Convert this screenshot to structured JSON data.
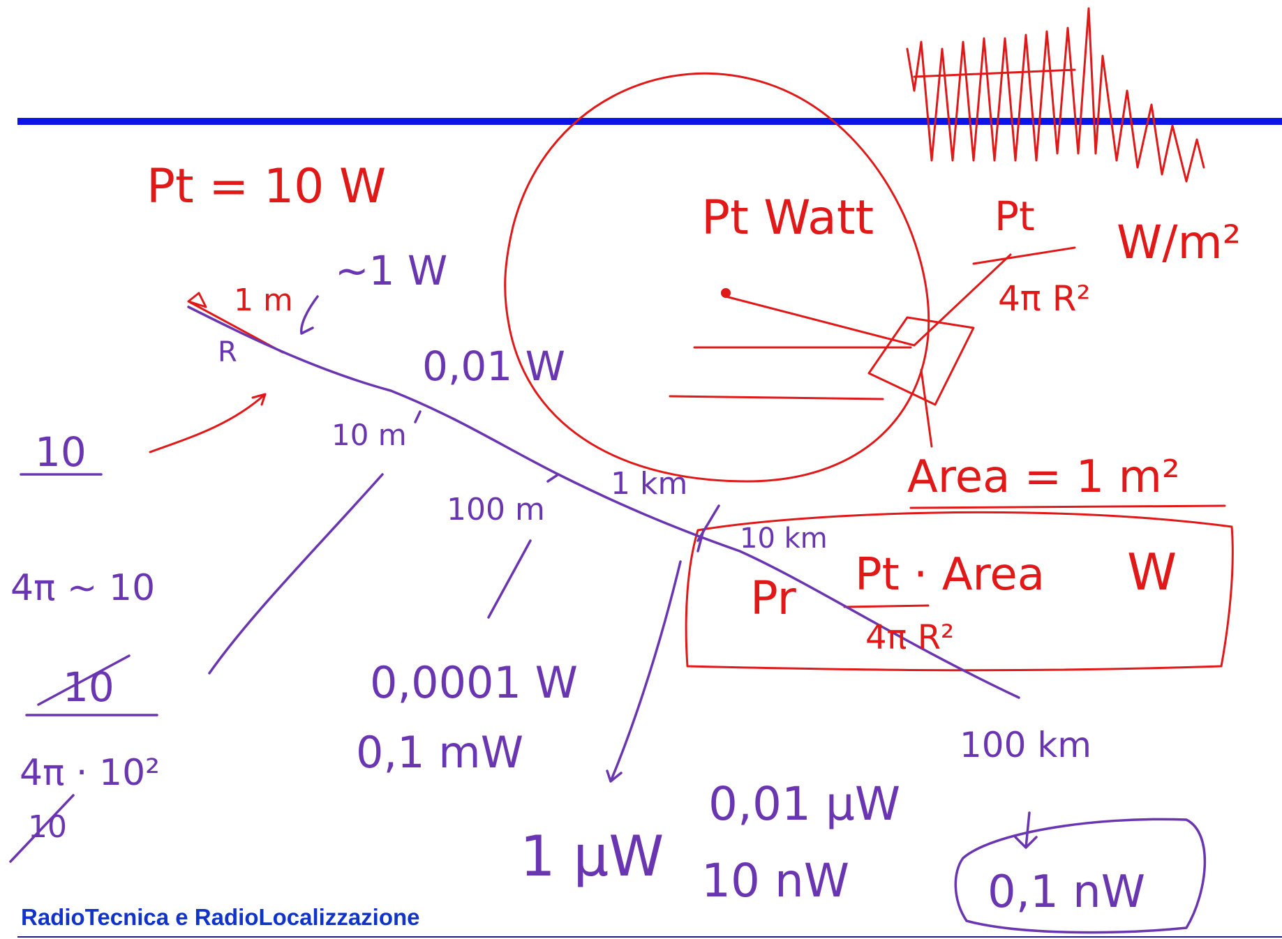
{
  "slide": {
    "footer_title": "RadioTecnica e RadioLocalizzazione",
    "accent_color": "#0a14e6",
    "footer_color": "#1033cc"
  },
  "annotations": {
    "red_ink_color": "#e01818",
    "purple_ink_color": "#6a35b0",
    "pt_10w": "Pt = 10 W",
    "approx_1w": "~1 W",
    "one_m": "1 m",
    "r_label": "R",
    "pt_watt": "Pt Watt",
    "pt_frac_num": "Pt",
    "pt_frac_den": "4π R²",
    "w_per_m2": "W/m²",
    "area_eq": "Area = 1 m²",
    "pr_label": "Pr",
    "pr_frac_num": "Pt · Area",
    "pr_frac_den": "4π R²",
    "pr_unit": "W",
    "point01w": "0,01 W",
    "ten_m": "10 m",
    "hundred_m": "100 m",
    "one_km": "1 km",
    "ten_km": "10 km",
    "hundred_km": "100 km",
    "p0001w": "0,0001 W",
    "p01mw": "0,1 mW",
    "one_uw": "1 μW",
    "p001uw": "0,01 μW",
    "ten_nw": "10 nW",
    "p01nw": "0,1 nW",
    "ten_a": "10",
    "four_pi_approx": "4π ~ 10",
    "ten_b": "10",
    "four_pi_10sq": "4π · 10²",
    "ten_c": "10"
  }
}
